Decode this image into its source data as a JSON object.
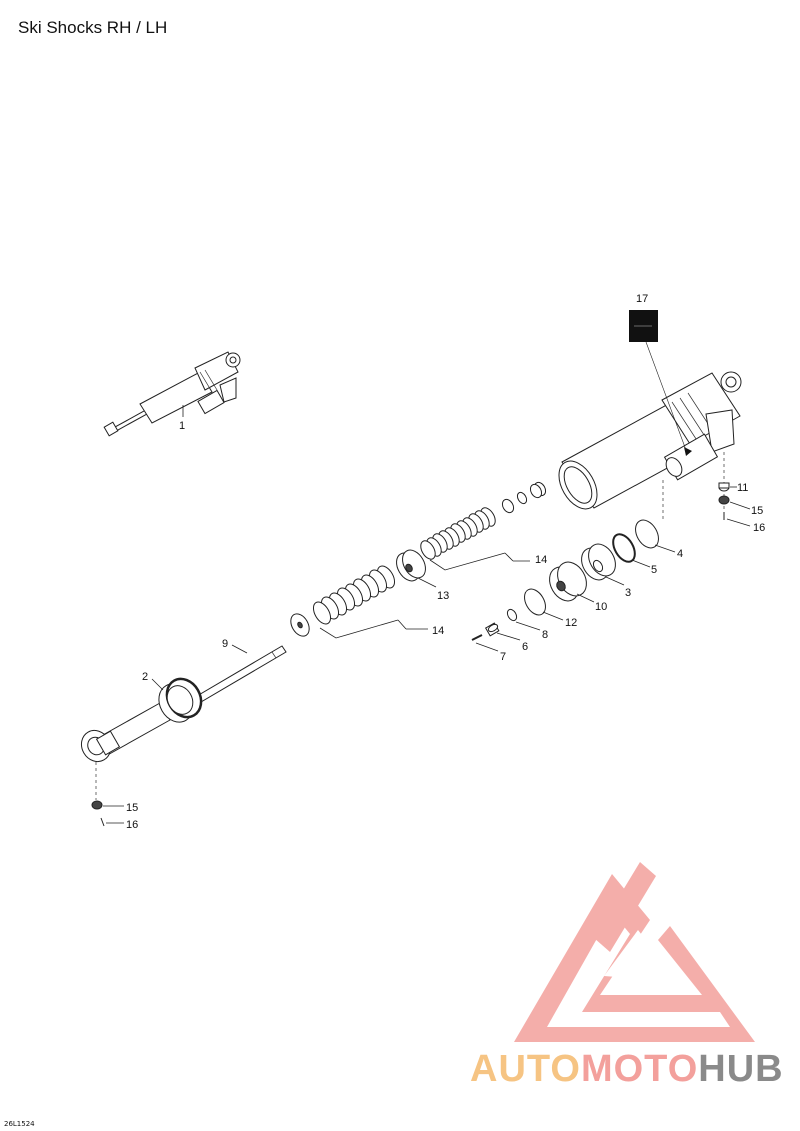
{
  "page": {
    "title": "Ski Shocks RH / LH",
    "ref_code": "26L1524"
  },
  "callouts": {
    "c1": "1",
    "c2": "2",
    "c3": "3",
    "c4": "4",
    "c5": "5",
    "c6": "6",
    "c7": "7",
    "c8": "8",
    "c9": "9",
    "c10": "10",
    "c11": "11",
    "c12": "12",
    "c13": "13",
    "c14a": "14",
    "c14b": "14",
    "c15a": "15",
    "c15b": "15",
    "c16a": "16",
    "c16b": "16",
    "c17": "17"
  },
  "watermark": {
    "part1": "AUTO",
    "part2": "MOTO",
    "part3": "HUB",
    "colors": {
      "auto": "#f6c483",
      "moto": "#f3a09c",
      "hub": "#8a8a8a"
    }
  }
}
